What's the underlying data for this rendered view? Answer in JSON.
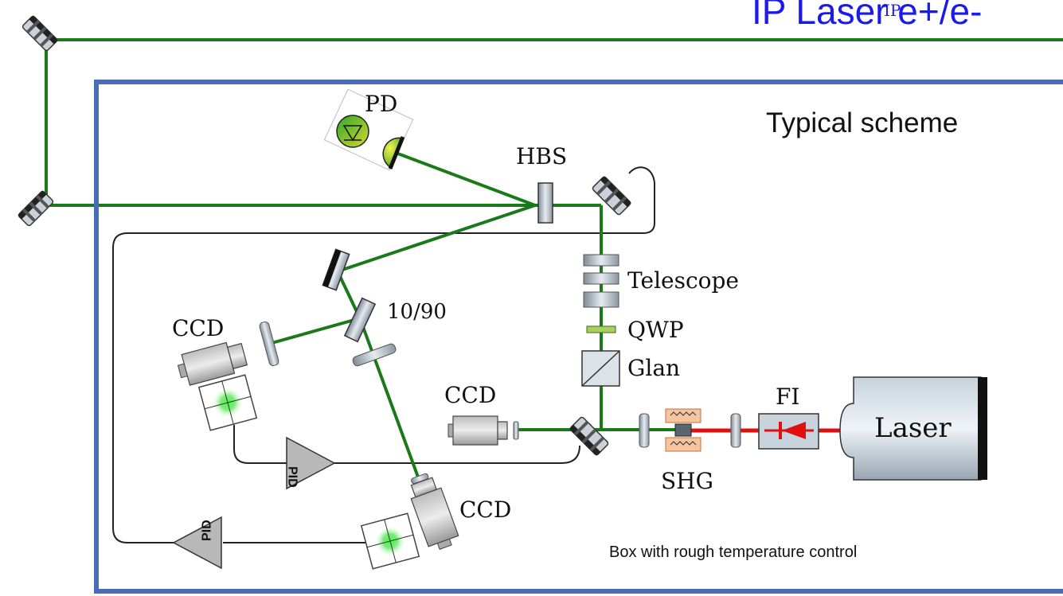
{
  "header": {
    "title": "IP Laser e+/e-",
    "overlap_text": "IP"
  },
  "box": {
    "scheme_label": "Typical scheme",
    "footer_label": "Box with rough temperature control"
  },
  "labels": {
    "pd": "PD",
    "hbs": "HBS",
    "telescope": "Telescope",
    "qwp": "QWP",
    "glan": "Glan",
    "fi": "FI",
    "laser": "Laser",
    "shg": "SHG",
    "ccd_top": "CCD",
    "ccd_mid": "CCD",
    "ccd_bottom": "CCD",
    "splitter": "10/90",
    "pid_1": "PID",
    "pid_2": "PID"
  },
  "colors": {
    "beam_green": "#1a7a1a",
    "beam_red": "#e01010",
    "box_border": "#4a6bb5",
    "title_blue": "#1a1aee",
    "cable": "#222222"
  }
}
